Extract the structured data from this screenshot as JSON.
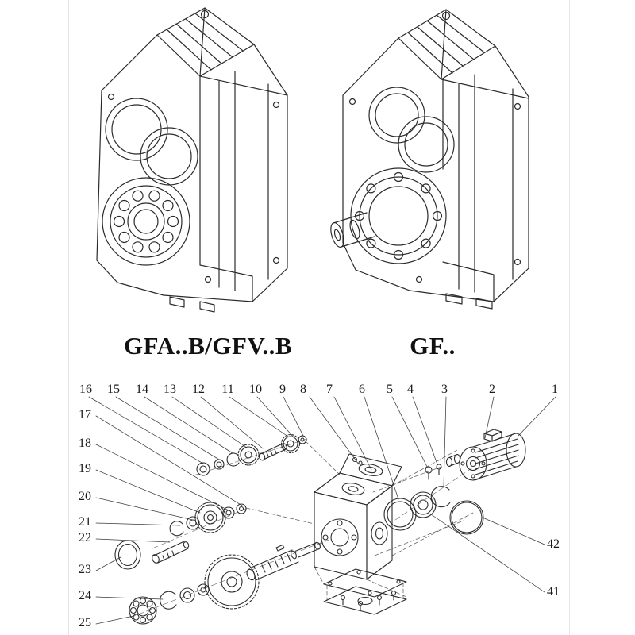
{
  "page": {
    "background": "#ffffff",
    "line_color": "#2b2b2b"
  },
  "products": [
    {
      "label": "GFA..B/GFV..B"
    },
    {
      "label": "GF.."
    }
  ],
  "exploded_view": {
    "top_numbers": [
      "16",
      "15",
      "14",
      "13",
      "12",
      "11",
      "10",
      "9",
      "8",
      "7",
      "6",
      "5",
      "4",
      "3",
      "2",
      "1"
    ],
    "left_numbers": [
      "17",
      "18",
      "19",
      "20",
      "21",
      "22",
      "23",
      "24",
      "25"
    ],
    "right_numbers": [
      "42",
      "41"
    ]
  }
}
